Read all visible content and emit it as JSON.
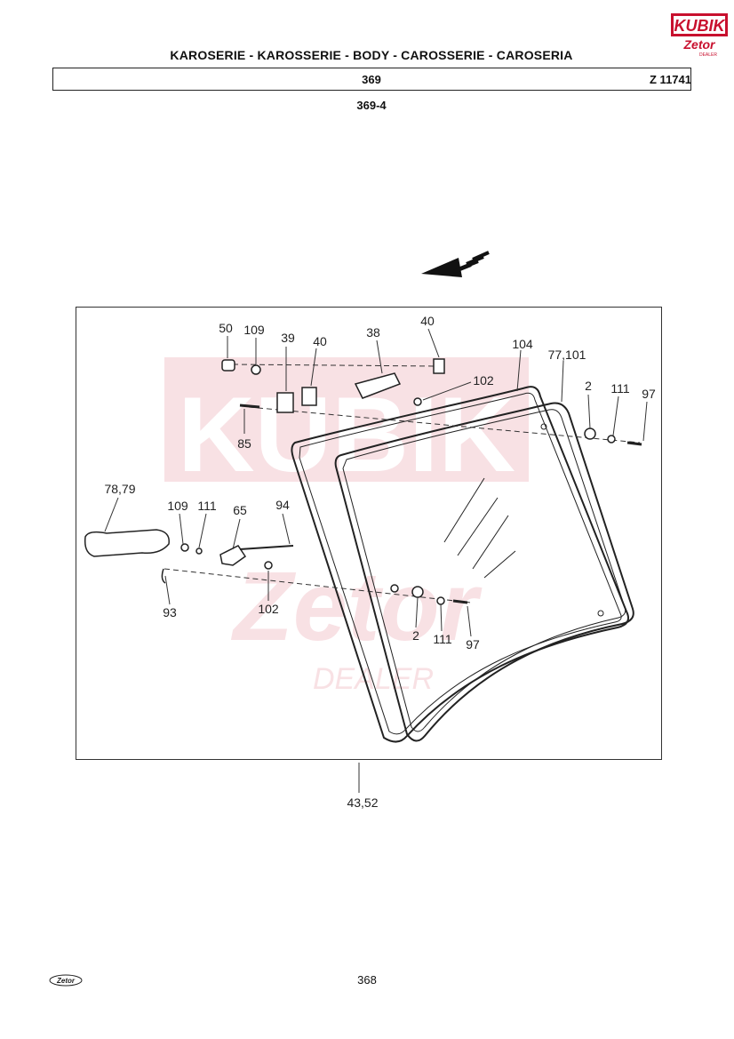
{
  "header": {
    "title": "KAROSERIE - KAROSSERIE - BODY - CAROSSERIE - CAROSERIA",
    "group_number": "369",
    "drawing_code": "Z 11741"
  },
  "sub_reference": "369-4",
  "logo": {
    "top_text": "KUBIK",
    "brand_text": "Zetor",
    "sub_text": "DEALER"
  },
  "diagram": {
    "part_labels": {
      "p50": "50",
      "p109a": "109",
      "p39": "39",
      "p40a": "40",
      "p38": "38",
      "p40b": "40",
      "p104": "104",
      "p77_101": "77,101",
      "p102a": "102",
      "p2a": "2",
      "p111a": "111",
      "p97a": "97",
      "p85": "85",
      "p78_79": "78,79",
      "p109b": "109",
      "p111b": "111",
      "p65": "65",
      "p94": "94",
      "p93": "93",
      "p102b": "102",
      "p2b": "2",
      "p111c": "111",
      "p97b": "97",
      "p43_52": "43,52"
    }
  },
  "footer": {
    "page_number": "368",
    "logo_text": "Zetor"
  }
}
